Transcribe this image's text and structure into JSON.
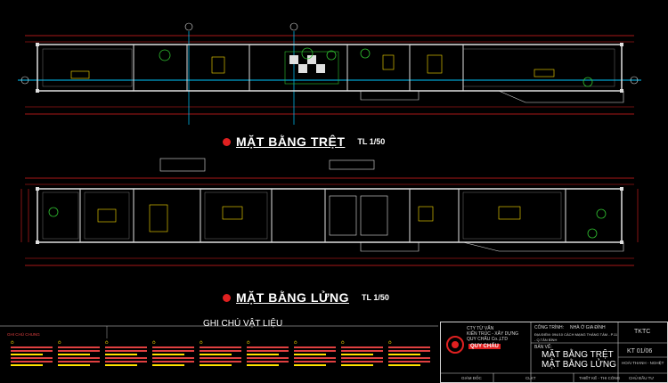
{
  "plans": [
    {
      "title": "MẶT BẰNG TRỆT",
      "scale": "TL  1/50"
    },
    {
      "title": "MẶT BẰNG LỬNG",
      "scale": "TL  1/50"
    }
  ],
  "notes": {
    "title": "GHI CHÚ VẬT LIỆU",
    "heading_label": "GHI CHÚ CHUNG",
    "columns": [
      "Ô",
      "Ô",
      "Ô",
      "Ô",
      "Ô",
      "Ô",
      "Ô",
      "Ô",
      "Ô"
    ]
  },
  "title_block": {
    "company_lines": [
      "CTY TỪ VẤN",
      "KIẾN TRÚC - XÂY DỰNG",
      "QUY CHẤU Co.,LTD"
    ],
    "company_brand": "QUY CHẤU",
    "project_label": "CÔNG TRÌNH:",
    "project_name": "NHÀ Ở GIA ĐÌNH",
    "address": "ĐỊA ĐIỂM: 094/10 CÁCH MẠNG THÁNG TÁM - P.11 - Q.TÂN BÌNH",
    "drawing_label": "BẢN VẼ:",
    "drawing_title_1": "MẶT BẰNG TRỆT",
    "drawing_title_2": "MẶT BẰNG LỬNG",
    "code_label": "TKTC",
    "sheet_number": "KT 01/06",
    "director": "GIÁM ĐỐC",
    "manager": "CLKT",
    "designer": "THIẾT KẾ - THI CÔNG",
    "owner": "CHỦ ĐẦU TƯ",
    "designer_name": "HOÀI THANH - NGHỆT"
  },
  "colors": {
    "background": "#000000",
    "wall": "#e0e0e0",
    "dimension": "#e02020",
    "grid_axis": "#00c8ff",
    "furniture": "#ffe000",
    "plant": "#30c030"
  }
}
